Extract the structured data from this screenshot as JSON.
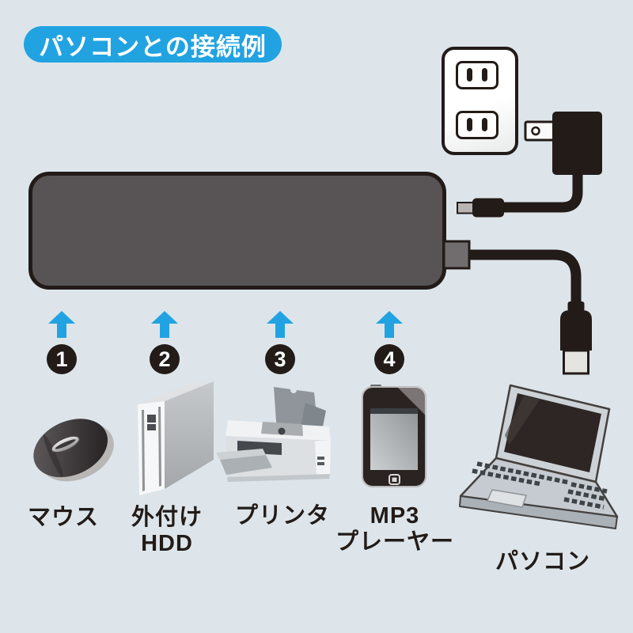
{
  "header": {
    "title": "パソコンとの接続例"
  },
  "ports": [
    {
      "number": "1",
      "icon": "mouse-icon",
      "label_lines": [
        "マウス"
      ]
    },
    {
      "number": "2",
      "icon": "external-hdd-icon",
      "label_lines": [
        "外付け",
        "HDD"
      ]
    },
    {
      "number": "3",
      "icon": "printer-icon",
      "label_lines": [
        "プリンタ"
      ]
    },
    {
      "number": "4",
      "icon": "mp3-player-icon",
      "label_lines": [
        "MP3",
        "プレーヤー"
      ]
    }
  ],
  "computer": {
    "label": "パソコン",
    "icon": "laptop-icon"
  },
  "icons": {
    "wall_outlet": "wall-outlet-icon",
    "ac_adapter": "ac-adapter-icon",
    "mini_usb_connector": "mini-usb-plug-icon",
    "usb_hub": "usb-hub-icon",
    "usb_a_plug": "usb-a-plug-icon",
    "up_arrow": "up-arrow-icon"
  },
  "colors": {
    "background": "#dde5ea",
    "accent_blue": "#22a3e1",
    "ink_black": "#221b18",
    "hub_gray": "#585456",
    "metal_gray": "#e4e4e1"
  }
}
